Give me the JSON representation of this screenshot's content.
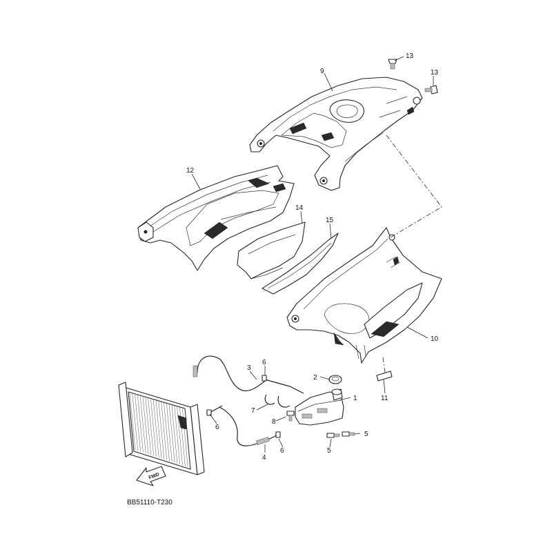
{
  "diagram": {
    "code": "BB51110-T230",
    "fwd_label": "FWD",
    "callouts": {
      "p1": "1",
      "p2": "2",
      "p3": "3",
      "p4": "4",
      "p5a": "5",
      "p5b": "5",
      "p6a": "6",
      "p6b": "6",
      "p6c": "6",
      "p7": "7",
      "p8": "8",
      "p9": "9",
      "p10": "10",
      "p11": "11",
      "p12": "12",
      "p13a": "13",
      "p13b": "13",
      "p14": "14",
      "p15": "15"
    }
  }
}
